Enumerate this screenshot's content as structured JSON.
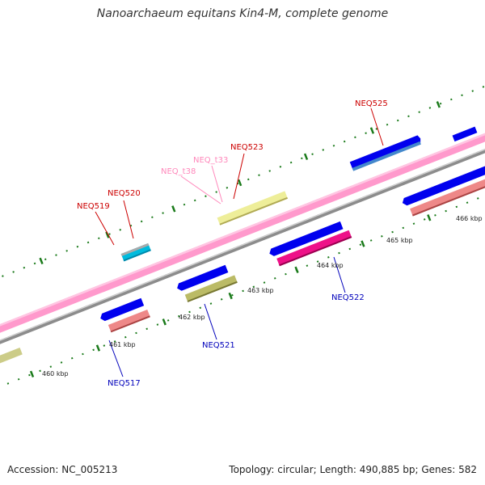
{
  "title": "Nanoarchaeum equitans Kin4-M, complete genome",
  "footer": {
    "accession": "Accession: NC_005213",
    "stats": "Topology: circular; Length: 490,885 bp; Genes: 582"
  },
  "colors": {
    "forward_cds": "#0000ee",
    "reverse_cds": "#0000ee",
    "backbone_pink": "#ff99cc",
    "backbone_grey": "#888888",
    "tick": "#1a7a1a",
    "label_forward": "#cc0000",
    "label_trna": "#ff88bb",
    "label_reverse": "#0000bb"
  },
  "ticks_kbp": [
    "460 kbp",
    "461 kbp",
    "462 kbp",
    "463 kbp",
    "464 kbp",
    "465 kbp",
    "466 kbp"
  ],
  "gene_labels": {
    "neq519": "NEQ519",
    "neq520": "NEQ520",
    "neq_t38": "NEQ_t38",
    "neq_t33": "NEQ_t33",
    "neq523": "NEQ523",
    "neq525": "NEQ525",
    "neq517": "NEQ517",
    "neq521": "NEQ521",
    "neq522": "NEQ522"
  }
}
